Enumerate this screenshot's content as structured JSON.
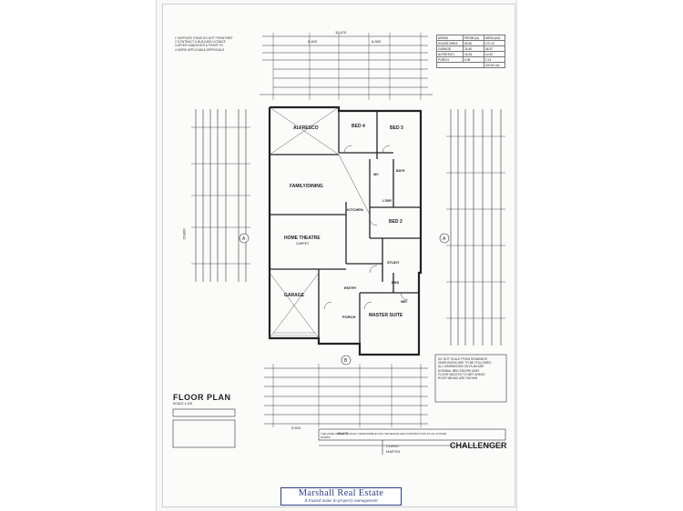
{
  "plan": {
    "title": "FLOOR PLAN",
    "scale": "SCALE 1:100",
    "house_name": "CHALLENGER",
    "overall_width": "12,470",
    "width_left": "5,400",
    "width_right": "6,500",
    "depth": "20,800",
    "bottom_width": "12,470",
    "bottom_left": "5,520"
  },
  "rooms": {
    "alfresco": "ALFRESCO",
    "bed4": "BED 4",
    "bed3": "BED 3",
    "family": "FAMILY/DINING",
    "kitchen": "KITCHEN",
    "bed2": "BED 2",
    "theatre": "HOME THEATRE",
    "theatre_sub": "CARPET",
    "study": "STUDY",
    "garage": "GARAGE",
    "entry": "ENTRY",
    "ens": "ENS",
    "master": "MASTER SUITE",
    "porch": "PORCH",
    "bath": "BATH",
    "ldry": "L'DRY",
    "wc": "WC",
    "wir": "WIR"
  },
  "areas": {
    "header": "AREAS",
    "col_perim": "PERIM (m)",
    "col_area": "AREA (m2)",
    "rows": [
      {
        "name": "HOUSE AREA",
        "perim": "63.50",
        "area": "170.12"
      },
      {
        "name": "GARAGE",
        "perim": "24.40",
        "area": "36.37"
      },
      {
        "name": "ALFRESCO",
        "perim": "15.34",
        "area": "14.20"
      },
      {
        "name": "PORCH",
        "perim": "6.35",
        "area": "2.14"
      }
    ],
    "total": "222.83 m2"
  },
  "notes_top": "1 SUPPLIED ITEMS DO NOT FORM PART\n2 CONTRACT & BUILDING LICENCE\n3 AFTER HANDOVER & PRIOR TO\n4 WORK APPLICABLE APPROVALS",
  "notes_bottom": "DO NOT SCALE FROM DRAWINGS\nDIMENSIONS ARE TO BE FOLLOWED\nALL DIMENSIONS ON PLAN ARE\nNOMINAL BRICKWORK DIMS\nFLOOR WASTES TO WET AREAS\nROOF MEANS ARE SHOWN",
  "footer_note": "THE HOME OWNER IS SOLELY RESPONSIBLE FOR THE DESIGN AND CONSTRUCTION OF ALL FUTURE WORKS",
  "client_label": "CLIENT",
  "client_name": "MARTIN",
  "logo": {
    "name": "Marshall Real Estate",
    "tagline": "A trusted name in property management"
  }
}
